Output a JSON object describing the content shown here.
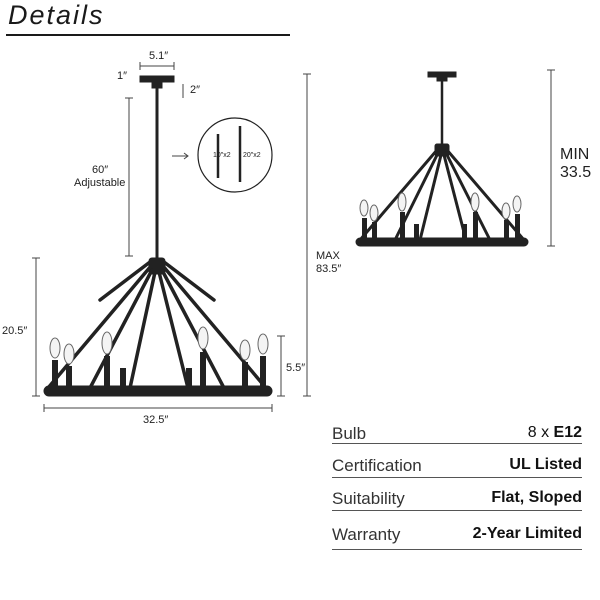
{
  "header": {
    "title": "Details"
  },
  "dimensions": {
    "canopy_width": "5.1″",
    "canopy_top": "1″",
    "canopy_gap": "2″",
    "rod_length": "60″",
    "rod_note": "Adjustable",
    "body_height": "20.5″",
    "candle_height": "5.5″",
    "ring_width": "32.5″",
    "max_label": "MAX",
    "max_value": "83.5″",
    "min_label": "MIN",
    "min_value": "33.5",
    "rod_a": "10″x2",
    "rod_b": "20″x2"
  },
  "specs": [
    {
      "label": "Bulb",
      "value_prefix": "8 x ",
      "value_bold": "E12"
    },
    {
      "label": "Certification",
      "value_prefix": "",
      "value_bold": "UL Listed"
    },
    {
      "label": "Suitability",
      "value_prefix": "",
      "value_bold": "Flat, Sloped"
    },
    {
      "label": "Warranty",
      "value_prefix": "",
      "value_bold": "2-Year Limited"
    }
  ]
}
